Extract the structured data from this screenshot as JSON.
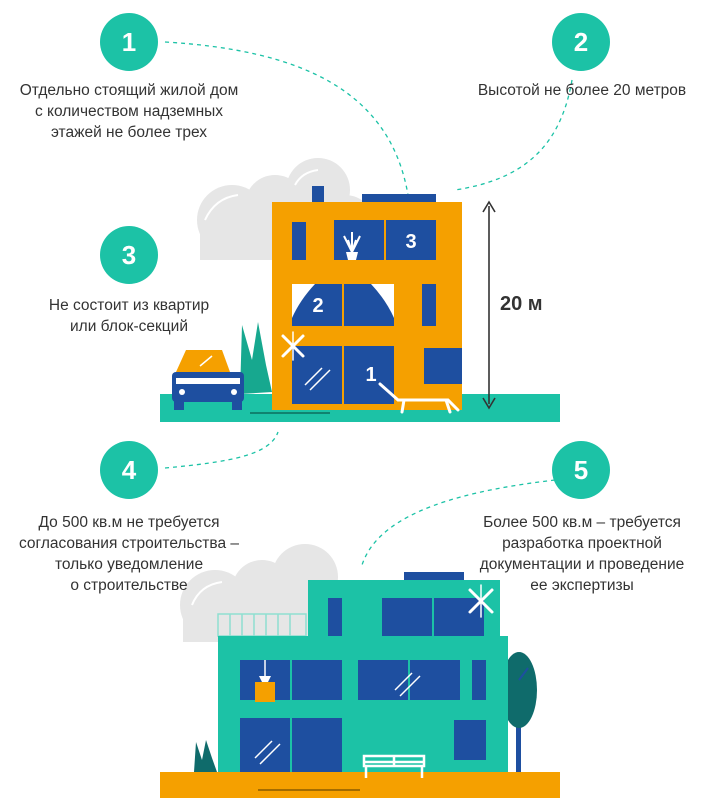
{
  "steps": [
    {
      "number": "1",
      "text": [
        "Отдельно стоящий жилой дом",
        "с количеством надземных",
        "этажей не более трех"
      ]
    },
    {
      "number": "2",
      "text": [
        "Высотой не более 20 метров"
      ]
    },
    {
      "number": "3",
      "text": [
        "Не состоит из квартир",
        "или блок-секций"
      ]
    },
    {
      "number": "4",
      "text": [
        "До 500 кв.м не требуется",
        "согласования строительства –",
        "только уведомление",
        "о строительстве"
      ]
    },
    {
      "number": "5",
      "text": [
        "Более 500 кв.м – требуется",
        "разработка проектной",
        "документации и проведение",
        "ее экспертизы"
      ]
    }
  ],
  "house_labels": {
    "floor1": "1",
    "floor2": "2",
    "floor3": "3"
  },
  "height_label": "20 м",
  "colors": {
    "teal": "#1cc2a6",
    "orange": "#f5a000",
    "blue": "#1e4fa0",
    "grey": "#e6e6e6",
    "text": "#333333"
  },
  "icons": [
    "plant-icon",
    "sparkle-icon",
    "car-icon",
    "lounger-icon",
    "tree-icon",
    "bench-icon",
    "lamp-icon"
  ]
}
